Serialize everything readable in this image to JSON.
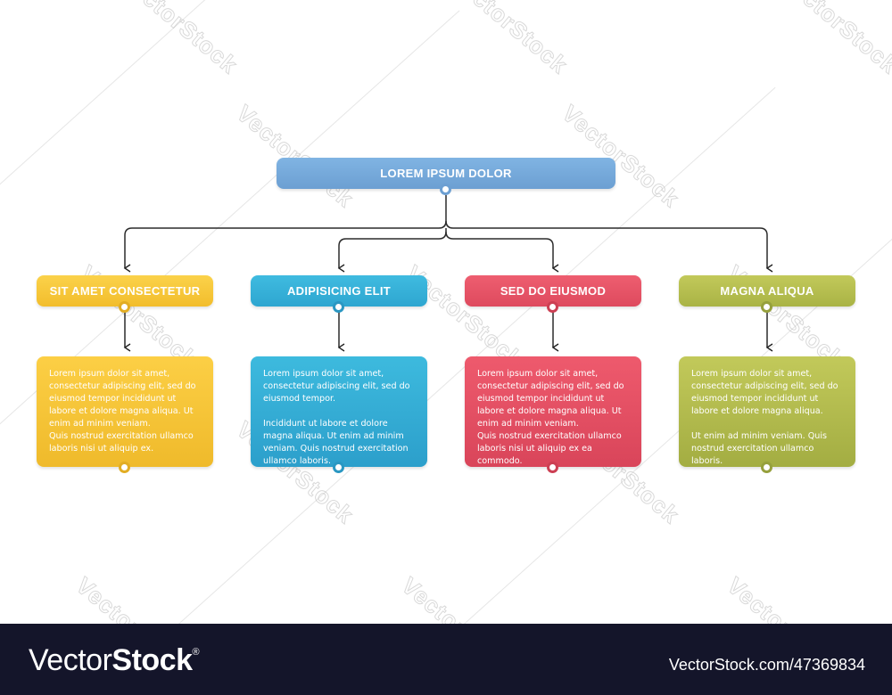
{
  "diagram": {
    "type": "org-chart / flowchart",
    "root": {
      "label": "LOREM IPSUM DOLOR",
      "color": "#76a9db"
    },
    "branches": [
      {
        "title": "SIT AMET CONSECTETUR",
        "color": "#f9c93c",
        "paragraphs": [
          "Lorem ipsum dolor sit amet, consectetur adipiscing elit, sed do eiusmod tempor incididunt ut labore et dolore magna aliqua. Ut enim ad minim veniam.",
          "Quis nostrud exercitation ullamco laboris nisi ut aliquip ex."
        ],
        "paragraph_gap": false
      },
      {
        "title": "ADIPISICING ELIT",
        "color": "#36b0d8",
        "paragraphs": [
          "Lorem ipsum dolor sit amet, consectetur adipiscing elit, sed do eiusmod tempor.",
          "Incididunt ut labore et dolore magna aliqua. Ut enim ad minim veniam. Quis nostrud exercitation ullamco laboris."
        ],
        "paragraph_gap": true
      },
      {
        "title": "SED DO EIUSMOD",
        "color": "#e65366",
        "paragraphs": [
          "Lorem ipsum dolor sit amet, consectetur adipiscing elit, sed do eiusmod tempor incididunt ut labore et dolore magna aliqua. Ut enim ad minim veniam.",
          "Quis nostrud exercitation ullamco laboris nisi ut aliquip ex ea commodo."
        ],
        "paragraph_gap": false
      },
      {
        "title": "MAGNA ALIQUA",
        "color": "#b3bd4b",
        "paragraphs": [
          "Lorem ipsum dolor sit amet, consectetur adipiscing elit, sed do eiusmod tempor incididunt ut labore et dolore magna aliqua.",
          "Ut enim ad minim veniam. Quis nostrud exercitation ullamco laboris."
        ],
        "paragraph_gap": true
      }
    ]
  },
  "watermark": {
    "text": "VectorStock"
  },
  "footer": {
    "logo_light": "Vector",
    "logo_bold": "Stock",
    "logo_mark": "®",
    "reference": "VectorStock.com/47369834"
  }
}
